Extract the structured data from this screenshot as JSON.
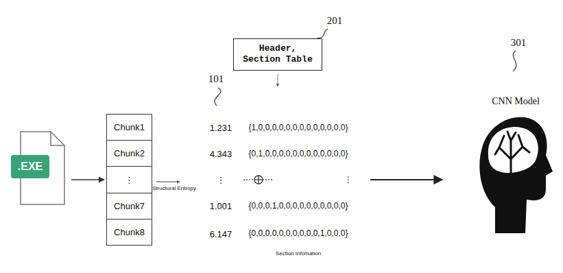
{
  "diagram": {
    "nodes": [
      {
        "text": [
          ".EXE"
        ]
      },
      {
        "text": [
          "Chunk1"
        ]
      },
      {
        "text": [
          "Chunk2"
        ]
      },
      {
        "text": [
          "⋮"
        ]
      },
      {
        "text": [
          "Chunk7"
        ]
      },
      {
        "text": [
          "Chunk8"
        ]
      },
      {
        "text": [
          "Header, Section Table"
        ]
      }
    ],
    "edges": [
      {
        "from": 0,
        "to": 3,
        "arrow": "to"
      }
    ],
    "labels": [
      "101",
      "1.231",
      "4.343",
      "⋮",
      "1.001",
      "6.147",
      "Structural Entropy",
      "201",
      "{1,0,0,0,0,0,0,0,0,0,0,0,0,0}",
      "{0,1,0,0,0,0,0,0,0,0,0,0,0,0}",
      "⋮",
      "{0,0,0,1,0,0,0,0,0,0,0,0,0,0}",
      "{0,0,0,0,0,0,0,0,0,0,1,0,0,0}",
      "Section Infomation",
      "301",
      "CNN Model"
    ]
  }
}
